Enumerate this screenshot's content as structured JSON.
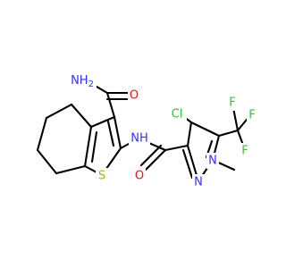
{
  "colors": {
    "carbon_bond": "#000000",
    "nitrogen": "#3131ff",
    "oxygen": "#ff0d0d",
    "sulfur": "#b2b200",
    "chlorine": "#1fd01f",
    "fluorine": "#3fbf3f",
    "background": "#ffffff"
  },
  "atoms": {
    "nh2": {
      "main": "NH",
      "sub": "2"
    },
    "o_amide1": "O",
    "nh_link": "NH",
    "s_ring": "S",
    "o_amide2": "O",
    "cl": "Cl",
    "f_top": "F",
    "f_right": "F",
    "f_bottom": "F",
    "n_pyrazole_a": "N",
    "n_pyrazole_b": "N"
  }
}
